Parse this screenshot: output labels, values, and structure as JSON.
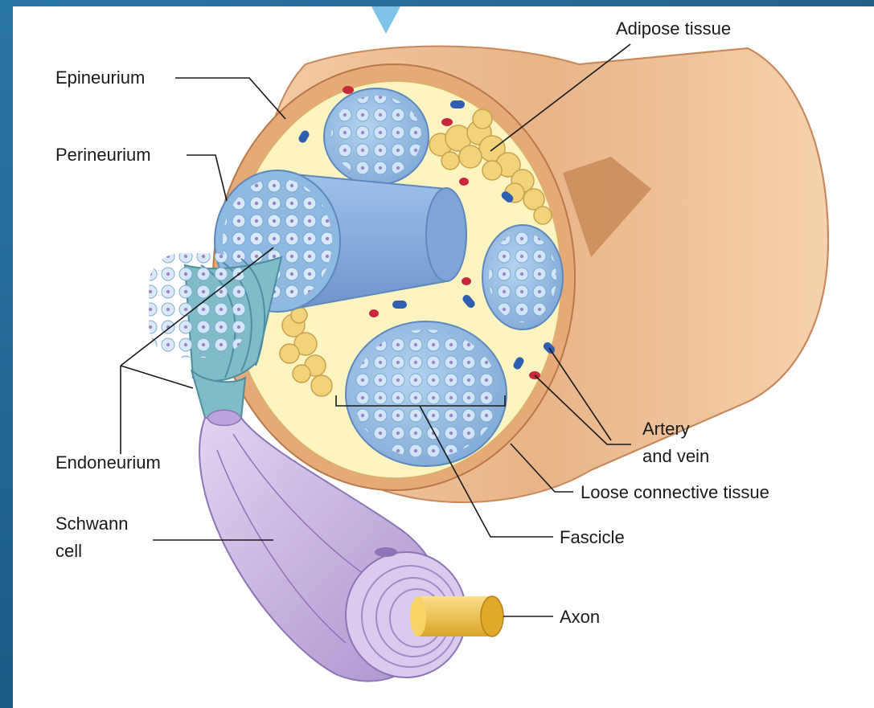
{
  "labels": {
    "adipose_tissue": "Adipose tissue",
    "epineurium": "Epineurium",
    "perineurium": "Perineurium",
    "endoneurium": "Endoneurium",
    "schwann_cell_line1": "Schwann",
    "schwann_cell_line2": "cell",
    "artery_line1": "Artery",
    "artery_line2": "and vein",
    "loose_connective_tissue": "Loose connective tissue",
    "fascicle": "Fascicle",
    "axon": "Axon"
  },
  "colors": {
    "epineurium": "#e9b98d",
    "loose_tissue": "#fbf4c0",
    "fascicle": "#8fb9e0",
    "schwann": "#c8b4e0",
    "axon": "#f2c94c",
    "adipose": "#f0d27a",
    "artery": "#c8283c",
    "vein": "#2f5fb0",
    "frame": "#1d5f8c"
  }
}
